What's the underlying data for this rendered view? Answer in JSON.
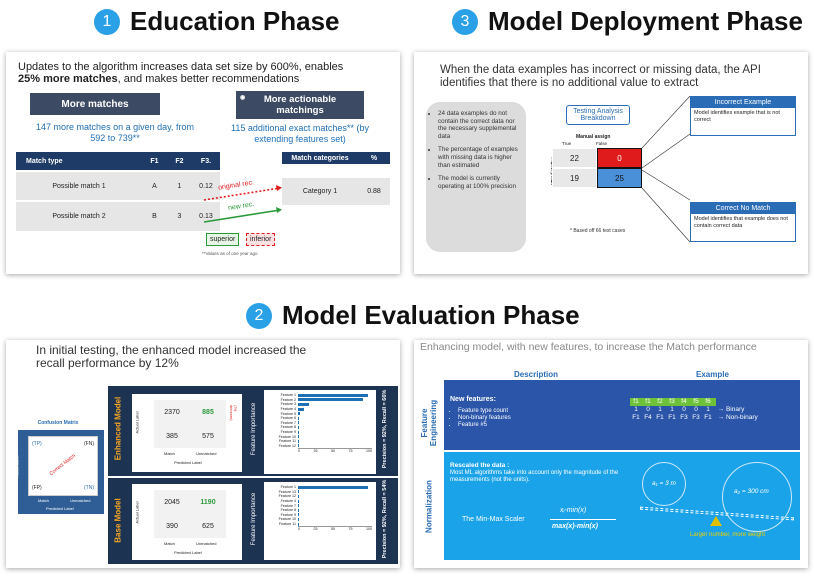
{
  "sections": {
    "education": {
      "num": "1",
      "title": "Education Phase"
    },
    "deployment": {
      "num": "3",
      "title": "Model Deployment Phase"
    },
    "evaluation": {
      "num": "2",
      "title": "Model Evaluation Phase"
    }
  },
  "edu": {
    "headline_1": "Updates to the algorithm increases data set size by 600%, enables",
    "headline_bold": "25% more matches",
    "headline_2": ", and makes better recommendations",
    "box_left": "More matches",
    "box_right": "More actionable matchings",
    "sub_left": "147 more matches on a given day, from 592 to 739**",
    "sub_right": "115 additional exact matches** (by extending features set)",
    "table_left": {
      "headers": [
        "Match type",
        "F1",
        "F2",
        "F3."
      ],
      "rows": [
        [
          "Possible match 1",
          "A",
          "1",
          "0.12"
        ],
        [
          "Possible match 2",
          "B",
          "3",
          "0.13"
        ]
      ]
    },
    "table_right": {
      "headers": [
        "Match categories",
        "%"
      ],
      "rows": [
        [
          "Category 1",
          "0.88"
        ]
      ]
    },
    "arrow_original": "original rec.",
    "arrow_new": "new rec.",
    "tag_superior": "superior",
    "tag_inferior": "inferior",
    "footnote": "**Values as of one year ago"
  },
  "deploy": {
    "headline": "When the data examples has incorrect or missing data, the API identifies that there is no additional value to extract",
    "bullets": [
      "24 data examples do not contain the correct data nor the necessary supplemental data",
      "The percentage of examples with missing data is higher than estimated",
      "The model is currently operating at 100% precision"
    ],
    "testing_title": "Testing Analysis Breakdown",
    "manual_assign": "Manual assign",
    "col_true": "True",
    "col_false": "False",
    "predicted": "Predicted",
    "row_true": "True",
    "row_false": "False",
    "cells": [
      "22",
      "0",
      "19",
      "25"
    ],
    "footnote": "* Based off 66 test cases",
    "incorrect_title": "Incorrect Example",
    "incorrect_desc": "Model identifies example that is not correct",
    "nomatch_title": "Correct No Match",
    "nomatch_desc": "Model identifies that example does not contain correct data"
  },
  "evalL": {
    "headline": "In initial testing, the enhanced model increased the recall performance  by 12%",
    "cm_title": "Confusion Matrix",
    "cm_tp": "(TP)",
    "cm_fn": "(FN)",
    "cm_fp": "(FP)",
    "cm_tn": "(TN)",
    "cm_correct": "Correct Match",
    "cm_actual": "Actual Label",
    "cm_predicted": "Predicted Label",
    "cm_match": "Match",
    "cm_unmatched": "Unmatched",
    "enhanced_label": "Enhanced Model",
    "base_label": "Base Model",
    "enhanced_cells": [
      "2370",
      "885",
      "385",
      "575"
    ],
    "base_cells": [
      "2045",
      "1190",
      "390",
      "625"
    ],
    "enhanced_note": "(7% decrease)",
    "fi_label": "Feature Importance",
    "enhanced_metrics": "Precision = 92%, Recall = 66%",
    "base_metrics": "Precision = 92%, Recall = 54%",
    "enhanced_features": [
      "Feature 1",
      "Feature 2",
      "Feature 3",
      "Feature 4",
      "Feature 5",
      "Feature 6",
      "Feature 7",
      "Feature 8",
      "Feature 9",
      "Feature 10",
      "Feature 11",
      "Feature 12"
    ],
    "enhanced_values": [
      95,
      88,
      15,
      8,
      3,
      2,
      2,
      1,
      1,
      1,
      1,
      1
    ],
    "base_features": [
      "Feature 1",
      "Feature 13",
      "Feature 12",
      "Feature 4",
      "Feature 7",
      "Feature 8",
      "Feature 9",
      "Feature 10",
      "Feature 11"
    ],
    "base_values": [
      95,
      2,
      1,
      1,
      1,
      1,
      1,
      1,
      1
    ],
    "fi_ticks": [
      "0",
      "25",
      "50",
      "75",
      "100"
    ]
  },
  "evalR": {
    "headline": "Enhancing model, with new features, to increase the Match performance",
    "col_desc": "Description",
    "col_example": "Example",
    "fe_label": "Feature Engineering",
    "fe_title": "New features:",
    "fe_items": [
      "Feature type count",
      "Non-binary features",
      "Feature #5"
    ],
    "fe_header": [
      "f1",
      "f1",
      "f2",
      "f3",
      "f4",
      "f5",
      "f6"
    ],
    "fe_row1": [
      "1",
      "0",
      "1",
      "1",
      "0",
      "0",
      "1"
    ],
    "fe_row2": [
      "F1",
      "F4",
      "F1",
      "F1",
      "F3",
      "F3",
      "F1"
    ],
    "fe_binary": "Binary",
    "fe_nonbinary": "Non-binary",
    "norm_label": "Normalization",
    "norm_title": "Rescaled the data :",
    "norm_desc": "Most ML algorithms take into account only the magnitude of the measurements (not the units).",
    "scaler": "The Min-Max Scaler",
    "formula_num": "xᵢ-min(x)",
    "formula_den": "max(x)-min(x)",
    "a1": "a₁ = 3 m",
    "a2": "a₂ = 300 cm",
    "larger": "Larger number, more weight"
  },
  "colors": {
    "accent": "#2aa1e6",
    "navy": "#1e3a66",
    "red": "#e01b1b",
    "blue": "#4a90d9"
  }
}
